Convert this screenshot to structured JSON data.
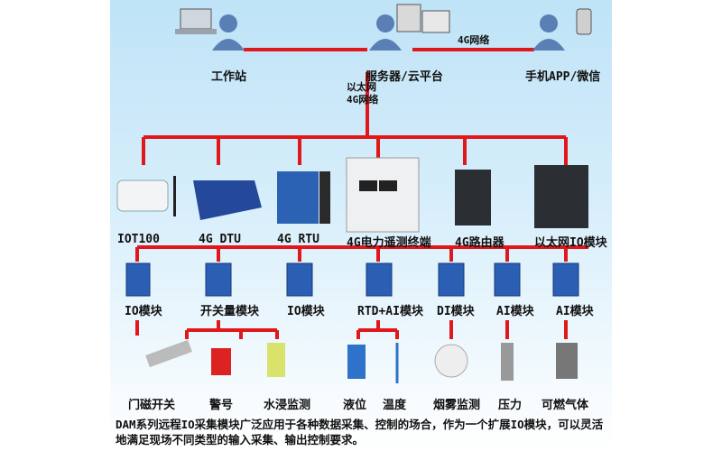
{
  "top": {
    "workstation": "工作站",
    "server": "服务器/云平台",
    "phone": "手机APP/微信",
    "link_4g": "4G网络",
    "vertical_link": "以太网\n4G网络"
  },
  "devices": [
    "IOT100",
    "4G DTU",
    "4G RTU",
    "4G电力遥测终端",
    "4G路由器",
    "以太网IO模块"
  ],
  "modules": [
    "IO模块",
    "开关量模块",
    "IO模块",
    "RTD+AI模块",
    "DI模块",
    "AI模块",
    "AI模块"
  ],
  "sensors": [
    "门磁开关",
    "警号",
    "水浸监测",
    "液位",
    "温度",
    "烟雾监测",
    "压力",
    "可燃气体"
  ],
  "description": "DAM系列远程IO采集模块广泛应用于各种数据采集、控制的场合，作为一个扩展IO模块，可以灵活地满足现场不同类型的输入采集、输出控制要求。",
  "colors": {
    "line": "#e0181c",
    "sky": "#bfe3f7",
    "person": "#5a7fb5"
  }
}
